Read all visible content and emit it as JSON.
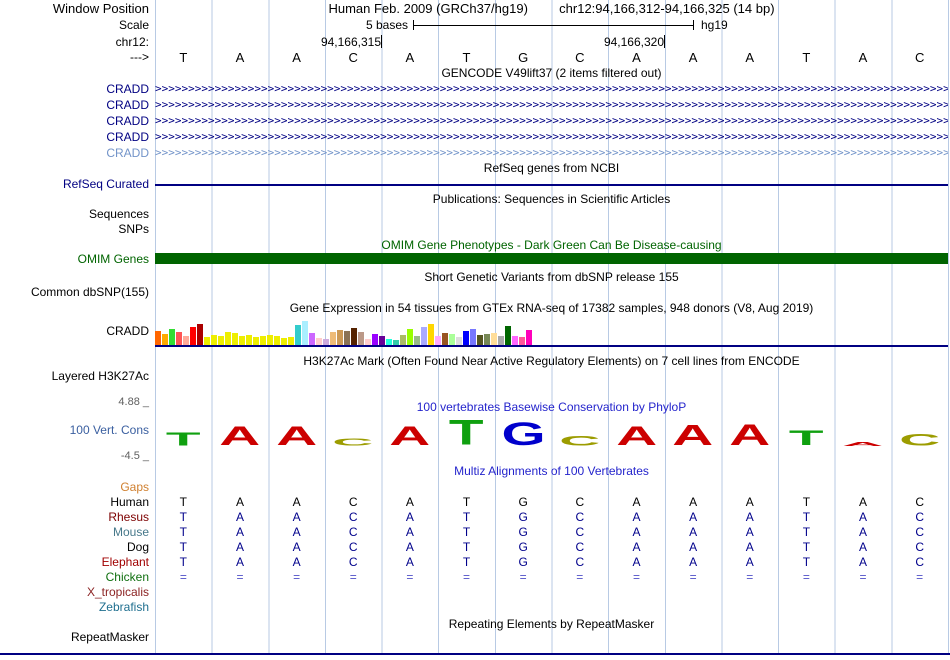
{
  "header": {
    "window_position_label": "Window Position",
    "assembly_line": "Human Feb. 2009 (GRCh37/hg19)",
    "position_line": "chr12:94,166,312-94,166,325 (14 bp)",
    "scale_label": "Scale",
    "scale_bases": "5 bases",
    "scale_assembly": "hg19",
    "chrom_label": "chr12:",
    "coord_left": "94,166,315",
    "coord_right": "94,166,320",
    "strand_label": "--->"
  },
  "sequence": {
    "bases": [
      "T",
      "A",
      "A",
      "C",
      "A",
      "T",
      "G",
      "C",
      "A",
      "A",
      "A",
      "T",
      "A",
      "C"
    ]
  },
  "gencode": {
    "title": "GENCODE V49lift37 (2 items filtered out)",
    "arrow_line": ">>>>>>>>>>>>>>>>>>>>>>>>>>>>>>>>>>>>>>>>>>>>>>>>>>>>>>>>>>>>>>>>>>>>>>>>>>>>>>>>>>>>>>>>>>>>>>>>>>>>>>>>>>>>>>>>>>>>>>>>>>>>>>>>>>",
    "transcripts": [
      {
        "label": "CRADD",
        "color": "#000082"
      },
      {
        "label": "CRADD",
        "color": "#000082"
      },
      {
        "label": "CRADD",
        "color": "#000082"
      },
      {
        "label": "CRADD",
        "color": "#000082"
      },
      {
        "label": "CRADD",
        "color": "#7394C9"
      }
    ]
  },
  "refseq": {
    "title": "RefSeq genes from NCBI",
    "label": "RefSeq Curated"
  },
  "publications": {
    "title": "Publications: Sequences in Scientific Articles",
    "sequences_label": "Sequences",
    "snps_label": "SNPs"
  },
  "omim": {
    "title": "OMIM Gene Phenotypes - Dark Green Can Be Disease-causing",
    "label": "OMIM Genes",
    "color": "#006400"
  },
  "dbsnp": {
    "title": "Short Genetic Variants from dbSNP release 155",
    "label": "Common dbSNP(155)"
  },
  "gtex": {
    "title": "Gene Expression in 54 tissues from GTEx RNA-seq of 17382 samples, 948 donors (V8, Aug 2019)",
    "gene_label": "CRADD",
    "bars": [
      {
        "h": 14,
        "c": "#FF6600"
      },
      {
        "h": 11,
        "c": "#FFAA00"
      },
      {
        "h": 16,
        "c": "#33DD33"
      },
      {
        "h": 13,
        "c": "#FF5555"
      },
      {
        "h": 9,
        "c": "#FFAA99"
      },
      {
        "h": 18,
        "c": "#FF0000"
      },
      {
        "h": 21,
        "c": "#AA0000"
      },
      {
        "h": 8,
        "c": "#EEEE00"
      },
      {
        "h": 10,
        "c": "#EEEE00"
      },
      {
        "h": 9,
        "c": "#EEEE00"
      },
      {
        "h": 13,
        "c": "#EEEE00"
      },
      {
        "h": 12,
        "c": "#EEEE00"
      },
      {
        "h": 9,
        "c": "#EEEE00"
      },
      {
        "h": 10,
        "c": "#EEEE00"
      },
      {
        "h": 8,
        "c": "#EEEE00"
      },
      {
        "h": 9,
        "c": "#EEEE00"
      },
      {
        "h": 10,
        "c": "#EEEE00"
      },
      {
        "h": 9,
        "c": "#EEEE00"
      },
      {
        "h": 7,
        "c": "#EEEE00"
      },
      {
        "h": 8,
        "c": "#EEEE00"
      },
      {
        "h": 20,
        "c": "#33CCCC"
      },
      {
        "h": 24,
        "c": "#AAEEFF"
      },
      {
        "h": 12,
        "c": "#CC66FF"
      },
      {
        "h": 7,
        "c": "#FFCCCC"
      },
      {
        "h": 6,
        "c": "#CCAADD"
      },
      {
        "h": 13,
        "c": "#EEBB77"
      },
      {
        "h": 15,
        "c": "#CC9955"
      },
      {
        "h": 14,
        "c": "#8B7355"
      },
      {
        "h": 17,
        "c": "#552200"
      },
      {
        "h": 13,
        "c": "#BB9988"
      },
      {
        "h": 6,
        "c": "#FFCCCC"
      },
      {
        "h": 11,
        "c": "#9900FF"
      },
      {
        "h": 9,
        "c": "#660099"
      },
      {
        "h": 6,
        "c": "#22FFDD"
      },
      {
        "h": 5,
        "c": "#33CCAA"
      },
      {
        "h": 10,
        "c": "#AABB66"
      },
      {
        "h": 16,
        "c": "#99FF00"
      },
      {
        "h": 9,
        "c": "#99BB88"
      },
      {
        "h": 18,
        "c": "#AAAAFF"
      },
      {
        "h": 21,
        "c": "#FFD700"
      },
      {
        "h": 9,
        "c": "#FFAAFF"
      },
      {
        "h": 12,
        "c": "#995522"
      },
      {
        "h": 11,
        "c": "#AAFF99"
      },
      {
        "h": 8,
        "c": "#DDDDDD"
      },
      {
        "h": 14,
        "c": "#0000FF"
      },
      {
        "h": 16,
        "c": "#7777FF"
      },
      {
        "h": 10,
        "c": "#555522"
      },
      {
        "h": 11,
        "c": "#778855"
      },
      {
        "h": 12,
        "c": "#FFDD99"
      },
      {
        "h": 9,
        "c": "#AAAAAA"
      },
      {
        "h": 19,
        "c": "#006600"
      },
      {
        "h": 9,
        "c": "#FF66FF"
      },
      {
        "h": 8,
        "c": "#FF5599"
      },
      {
        "h": 15,
        "c": "#FF00BB"
      }
    ]
  },
  "h3k27ac": {
    "title": "H3K27Ac Mark (Often Found Near Active Regulatory Elements) on 7 cell lines from ENCODE",
    "label": "Layered H3K27Ac"
  },
  "conservation": {
    "title": "100 vertebrates Basewise Conservation by PhyloP",
    "label": "100 Vert. Cons",
    "max_value": "4.88 _",
    "min_value": "-4.5 _",
    "logo": [
      {
        "ch": "T",
        "c": "#0FA00F",
        "h": 13
      },
      {
        "ch": "A",
        "c": "#CC0000",
        "h": 19
      },
      {
        "ch": "A",
        "c": "#CC0000",
        "h": 19
      },
      {
        "ch": "C",
        "c": "#9C9C00",
        "h": 7
      },
      {
        "ch": "A",
        "c": "#CC0000",
        "h": 19
      },
      {
        "ch": "T",
        "c": "#0FA00F",
        "h": 25
      },
      {
        "ch": "G",
        "c": "#0000CC",
        "h": 23
      },
      {
        "ch": "C",
        "c": "#9C9C00",
        "h": 10
      },
      {
        "ch": "A",
        "c": "#CC0000",
        "h": 19
      },
      {
        "ch": "A",
        "c": "#CC0000",
        "h": 20
      },
      {
        "ch": "A",
        "c": "#CC0000",
        "h": 21
      },
      {
        "ch": "T",
        "c": "#0FA00F",
        "h": 15
      },
      {
        "ch": "A",
        "c": "#CC0000",
        "h": 4
      },
      {
        "ch": "C",
        "c": "#9C9C00",
        "h": 12
      }
    ]
  },
  "multiz": {
    "title": "Multiz Alignments of 100 Vertebrates",
    "rows": [
      {
        "species": "Gaps",
        "label_color": "#D08030",
        "base_color": "#000000",
        "bases": []
      },
      {
        "species": "Human",
        "label_color": "#000000",
        "base_color": "#000000",
        "bases": [
          "T",
          "A",
          "A",
          "C",
          "A",
          "T",
          "G",
          "C",
          "A",
          "A",
          "A",
          "T",
          "A",
          "C"
        ]
      },
      {
        "species": "Rhesus",
        "label_color": "#7D0000",
        "base_color": "#00008B",
        "bases": [
          "T",
          "A",
          "A",
          "C",
          "A",
          "T",
          "G",
          "C",
          "A",
          "A",
          "A",
          "T",
          "A",
          "C"
        ]
      },
      {
        "species": "Mouse",
        "label_color": "#46788A",
        "base_color": "#00008B",
        "bases": [
          "T",
          "A",
          "A",
          "C",
          "A",
          "T",
          "G",
          "C",
          "A",
          "A",
          "A",
          "T",
          "A",
          "C"
        ]
      },
      {
        "species": "Dog",
        "label_color": "#000000",
        "base_color": "#00008B",
        "bases": [
          "T",
          "A",
          "A",
          "C",
          "A",
          "T",
          "G",
          "C",
          "A",
          "A",
          "A",
          "T",
          "A",
          "C"
        ]
      },
      {
        "species": "Elephant",
        "label_color": "#A00000",
        "base_color": "#00008B",
        "bases": [
          "T",
          "A",
          "A",
          "C",
          "A",
          "T",
          "G",
          "C",
          "A",
          "A",
          "A",
          "T",
          "A",
          "C"
        ]
      },
      {
        "species": "Chicken",
        "label_color": "#107010",
        "base_color": "#5050C8",
        "bases": [
          "=",
          "=",
          "=",
          "=",
          "=",
          "=",
          "=",
          "=",
          "=",
          "=",
          "=",
          "=",
          "=",
          "="
        ]
      },
      {
        "species": "X_tropicalis",
        "label_color": "#8B2323",
        "base_color": "#5050C8",
        "bases": []
      },
      {
        "species": "Zebrafish",
        "label_color": "#1F6F8F",
        "base_color": "#5050C8",
        "bases": []
      }
    ]
  },
  "repeatmasker": {
    "title": "Repeating Elements by RepeatMasker",
    "label": "RepeatMasker"
  },
  "colors": {
    "navy": "#000082",
    "title_blue": "#2424CC",
    "label_blue": "#3A5FA0"
  }
}
